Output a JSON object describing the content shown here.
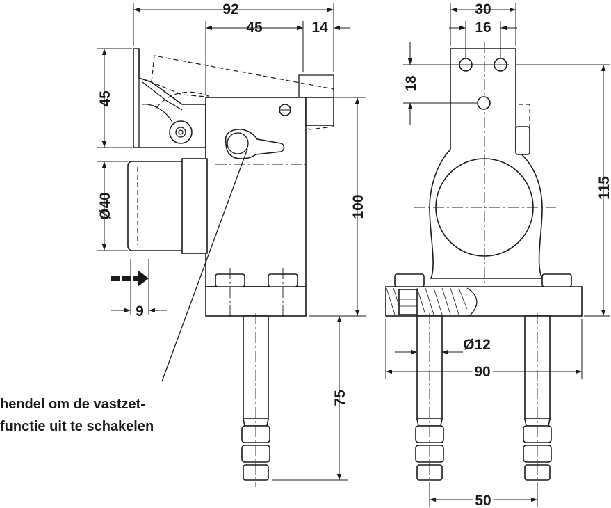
{
  "dimensions": {
    "total_depth": "92",
    "body_depth": "45",
    "lever_offset": "14",
    "lever_height": "45",
    "bumper_diameter": "Ø40",
    "stroke": "9",
    "body_height": "100",
    "pin_length": "75",
    "top_width": "30",
    "hole_spacing": "16",
    "hole_offset": "18",
    "total_height": "115",
    "pin_diameter": "Ø12",
    "base_width": "90",
    "pin_spacing": "50"
  },
  "note": {
    "line1": "hendel om de vastzet-",
    "line2": "functie uit te schakelen"
  }
}
